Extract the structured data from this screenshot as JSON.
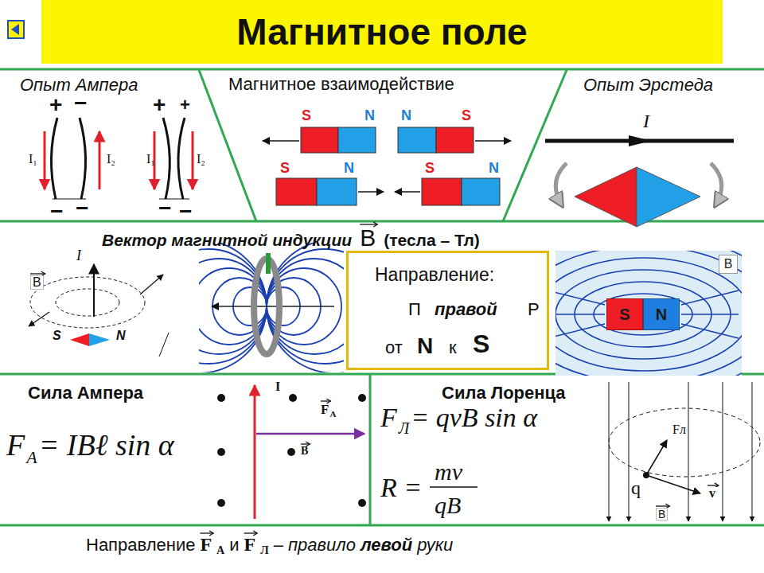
{
  "diagram": {
    "title": "Магнитное поле",
    "nodes": [
      {
        "text": [
          "Направление:",
          "П",
          "правой",
          "Р",
          "от",
          "N",
          "к",
          "S"
        ]
      },
      {
        "text": [
          "S"
        ]
      },
      {
        "text": [
          "N"
        ]
      },
      {
        "text": [
          "B"
        ]
      }
    ],
    "labels": [
      "Опыт Ампера",
      "+",
      "−",
      "+",
      "+",
      "I₁",
      "I₂",
      "I₁",
      "I₂",
      "−",
      "−",
      "−",
      "−",
      "Магнитное взаимодействие",
      "S",
      "N",
      "N",
      "S",
      "S",
      "N",
      "S",
      "N",
      "Опыт Эрстеда",
      "I",
      "Вектор магнитной индукции",
      "B",
      "(тесла – Тл)",
      "I",
      "B",
      "S",
      "N",
      "Сила Ампера",
      "F",
      "A",
      "= IBℓ sin α",
      "I",
      "F",
      "A",
      "B",
      "Сила Лоренца",
      "F",
      "Л",
      "= qvB sin α",
      "R =",
      "mv",
      "qB",
      "Fл",
      "q",
      "v",
      "B",
      "Направление",
      "F",
      "А",
      "и",
      "F",
      "Л",
      "– правило",
      "левой",
      "руки"
    ]
  }
}
